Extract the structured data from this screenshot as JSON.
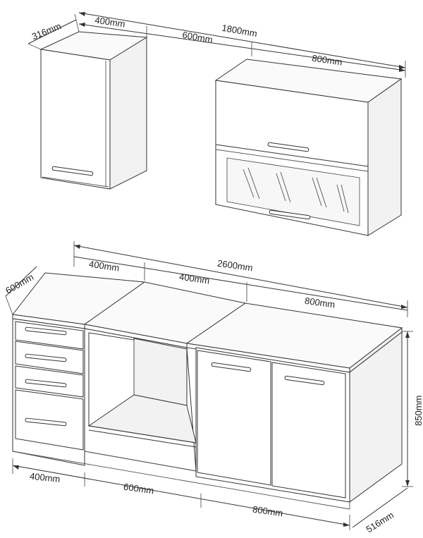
{
  "dimensions": {
    "wall_depth": "316mm",
    "wall_left_width": "400mm",
    "wall_total_width": "1800mm",
    "wall_gap_width": "600mm",
    "wall_right_width": "800mm",
    "base_depth": "600mm",
    "base_left_top": "400mm",
    "base_middle_top": "400mm",
    "base_total_width": "2600mm",
    "base_right_top": "800mm",
    "base_height": "850mm",
    "base_left_bottom": "400mm",
    "base_middle_bottom": "600mm",
    "base_right_bottom": "800mm",
    "base_bottom_depth": "516mm"
  }
}
